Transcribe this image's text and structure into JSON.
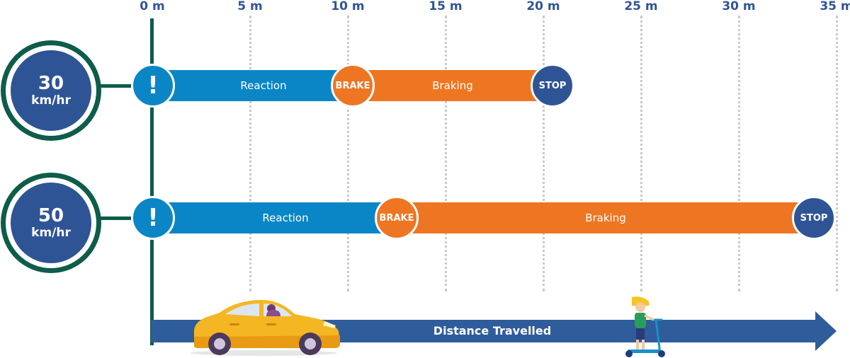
{
  "axis": {
    "tick_labels": [
      "0 m",
      "5 m",
      "10 m",
      "15 m",
      "20 m",
      "25 m",
      "30 m",
      "35 m"
    ],
    "bottom_label": "Distance Travelled"
  },
  "colors": {
    "reaction": "#0a86c6",
    "braking": "#ee7622",
    "stop": "#2f5496",
    "axis": "#0e5c4a",
    "arrow": "#2f5c9a"
  },
  "scenarios": [
    {
      "speed_value": "30",
      "speed_unit": "km/hr",
      "alert_icon": "!",
      "reaction_label": "Reaction",
      "brake_label": "BRAKE",
      "braking_label": "Braking",
      "stop_label": "STOP",
      "reaction_end_m": 10,
      "stop_m": 20
    },
    {
      "speed_value": "50",
      "speed_unit": "km/hr",
      "alert_icon": "!",
      "reaction_label": "Reaction",
      "brake_label": "BRAKE",
      "braking_label": "Braking",
      "stop_label": "STOP",
      "reaction_end_m": 12.5,
      "stop_m": 33.5
    }
  ],
  "illustrations": {
    "vehicle_icon": "car-icon",
    "pedestrian_icon": "child-on-scooter-icon"
  }
}
